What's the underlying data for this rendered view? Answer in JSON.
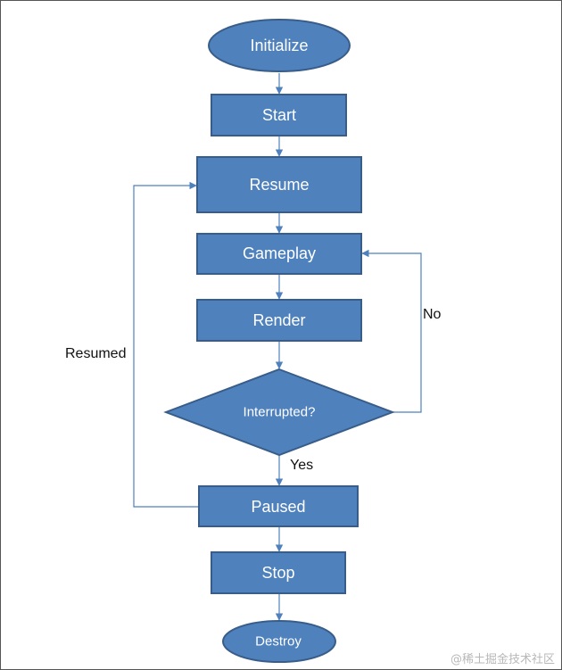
{
  "diagram": {
    "nodes": {
      "initialize": "Initialize",
      "start": "Start",
      "resume": "Resume",
      "gameplay": "Gameplay",
      "render": "Render",
      "interrupted": "Interrupted?",
      "paused": "Paused",
      "stop": "Stop",
      "destroy": "Destroy"
    },
    "edge_labels": {
      "no": "No",
      "yes": "Yes",
      "resumed": "Resumed"
    },
    "colors": {
      "node_fill": "#4F81BD",
      "node_stroke": "#385D8A",
      "connector": "#4F81BD",
      "node_text": "#FFFFFF"
    }
  },
  "watermark": "@稀土掘金技术社区"
}
